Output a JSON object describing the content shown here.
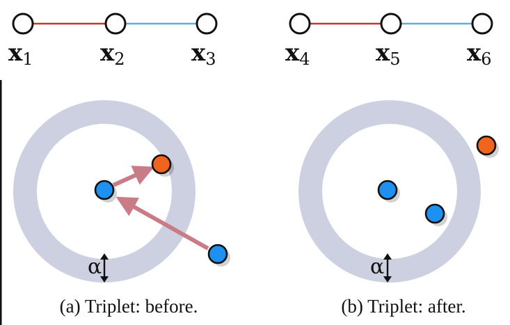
{
  "top_graph": {
    "left_labels": [
      {
        "var": "x",
        "sub": "1"
      },
      {
        "var": "x",
        "sub": "2"
      },
      {
        "var": "x",
        "sub": "3"
      }
    ],
    "right_labels": [
      {
        "var": "x",
        "sub": "4"
      },
      {
        "var": "x",
        "sub": "5"
      },
      {
        "var": "x",
        "sub": "6"
      }
    ],
    "colors": {
      "first_edge": "#c0392b",
      "second_edge": "#5dade2"
    }
  },
  "panels": [
    {
      "caption": "(a) Triplet: before.",
      "margin_label": "α"
    },
    {
      "caption": "(b) Triplet: after.",
      "margin_label": "α"
    }
  ],
  "colors": {
    "ring": "#cdd0e0",
    "anchor_positive": "#1e90f0",
    "negative": "#f0641e",
    "arrow": "#c97b86"
  }
}
